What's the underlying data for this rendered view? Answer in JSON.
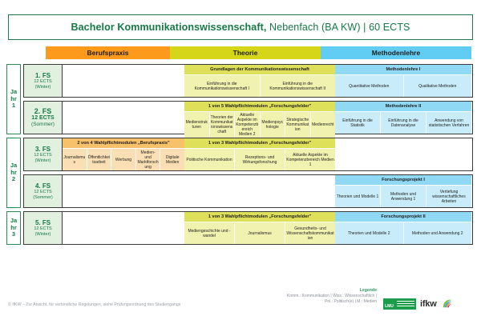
{
  "header": {
    "title_bold": "Bachelor Kommunikationswissenschaft,",
    "title_rest": " Nebenfach (BA KW) | 60 ECTS"
  },
  "categories": [
    {
      "label": "Berufspraxis",
      "color": "#fb9a1b"
    },
    {
      "label": "Theorie",
      "color": "#d5d617"
    },
    {
      "label": "Methodenlehre",
      "color": "#62cdf2"
    }
  ],
  "years": [
    {
      "label": [
        "Ja",
        "hr",
        "1"
      ],
      "semesters": [
        {
          "fs": "1. FS",
          "ects": "12 ECTS",
          "season": "(Winter)",
          "blocks": [
            {
              "head": "Grundlagen der Kommunikationswissenschaft",
              "palette": "c-yellow",
              "cells": [
                "Einführung in die Kommunikationswissenschaft I",
                "Einführung in die Kommunikationswissenschaft II"
              ]
            },
            {
              "head": "Methodenlehre I",
              "palette": "c-blue",
              "cells": [
                "Quantitative Methoden",
                "Qualitative Methoden"
              ]
            }
          ]
        },
        {
          "fs": "2. FS",
          "ects": "12 ECTS",
          "season": "(Sommer)",
          "blocks": [
            {
              "head": "1 von 5 Wahlpflichtmodulen „Forschungsfelder\"",
              "palette": "c-yellow",
              "cells": [
                "Medienstrukturen",
                "Theorien der Kommunikationswissenschaft",
                "Aktuelle Aspekte im Kompetenzbereich Medien 2",
                "Medienpsychologie",
                "Strategische Kommunikation",
                "Medienrecht"
              ]
            },
            {
              "head": "Methodenlehre II",
              "palette": "c-blue",
              "cells": [
                "Einführung in die Statistik",
                "Einführung in die Datenanalyse",
                "Anwendung von statistischen Verfahren"
              ]
            }
          ]
        }
      ]
    },
    {
      "label": [
        "Ja",
        "hr",
        "2"
      ],
      "semesters": [
        {
          "fs": "3. FS",
          "ects": "12 ECTS",
          "season": "(Winter)",
          "blocks": [
            {
              "head": "2 von 4 Wahlpflichtmodulen „Berufspraxis\"",
              "palette": "c-orange",
              "cells": [
                "Journalismus",
                "Öffentlichkeitsarbeit",
                "Werbung",
                "Medien- und Marktforschung",
                "Digitale Medien"
              ]
            },
            {
              "head": "1 von 3 Wahlpflichtmodulen „Forschungsfelder\"",
              "palette": "c-yellow",
              "cells": [
                "Politische Kommunikation",
                "Rezeptions- und Wirkungsforschung",
                "Aktuelle Aspekte im Kompetenzbereich Medien 1"
              ]
            }
          ]
        },
        {
          "fs": "4. FS",
          "ects": "12 ECTS",
          "season": "(Sommer)",
          "blocks": [
            {
              "head": "Forschungsprojekt I",
              "palette": "c-blue",
              "cells": [
                "Theorien und Modelle 1",
                "Methoden und Anwendung 1",
                "Vertiefung wissenschaftliches Arbeiten"
              ]
            }
          ]
        }
      ]
    },
    {
      "label": [
        "Ja",
        "hr",
        "3"
      ],
      "semesters": [
        {
          "fs": "5. FS",
          "ects": "12 ECTS",
          "season": "(Winter)",
          "blocks": [
            {
              "head": "1 von 3 Wahlpflichtmodulen „Forschungsfelder\"",
              "palette": "c-yellow",
              "cells": [
                "Mediengeschichte und -wandel",
                "Journalismus",
                "Gesundheits- und Wissenschaftskommunikation"
              ]
            },
            {
              "head": "Forschungsprojekt II",
              "palette": "c-blue",
              "cells": [
                "Theorien und Modelle 2",
                "Methoden und Anwendung 2"
              ]
            }
          ]
        }
      ]
    }
  ],
  "footer": {
    "note": "© IfKW – Zur Ansicht, für verbindliche Regelungen, siehe Prüfungsordnung des Studiengangs",
    "legend_title": "Legende",
    "legend_line1": "Komm.: Kommunikation | Wiss.: Wissenschaftlich |",
    "legend_line2": "Pol.: Politisch(e)          | M.: Medien",
    "logo_lmu": "LMU",
    "logo_ifkw": "ifkw"
  }
}
